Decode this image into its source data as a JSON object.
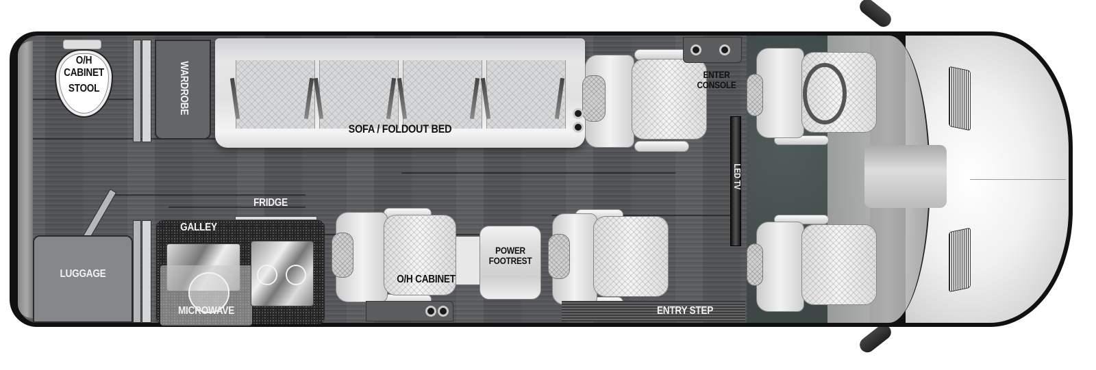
{
  "diagram": {
    "type": "rv-floorplan",
    "orientation": "rear-left-front-right"
  },
  "labels": {
    "stool": [
      "O/H",
      "CABINET",
      "STOOL"
    ],
    "wardrobe": "WARDROBE",
    "sofa": "SOFA / FOLDOUT BED",
    "enter_console": [
      "ENTER",
      "CONSOLE"
    ],
    "led_tv": "LED TV",
    "fridge": "FRIDGE",
    "galley": "GALLEY",
    "luggage": "LUGGAGE",
    "microwave": "MICROWAVE",
    "oh_cabinet": "O/H CABINET",
    "power_footrest": [
      "POWER",
      "FOOTREST"
    ],
    "entry_step": "ENTRY STEP"
  },
  "colors": {
    "floor": "#55575a",
    "carpet": "#46504f",
    "shell": "#111111",
    "cabinet": "#636569",
    "luggage": "#85878a",
    "upholstery": "#e6e6e7",
    "countertop": "#1e1e1e"
  },
  "seating": {
    "sofa_seats": 4,
    "captain_chairs": 3,
    "cab_seats": 2
  }
}
